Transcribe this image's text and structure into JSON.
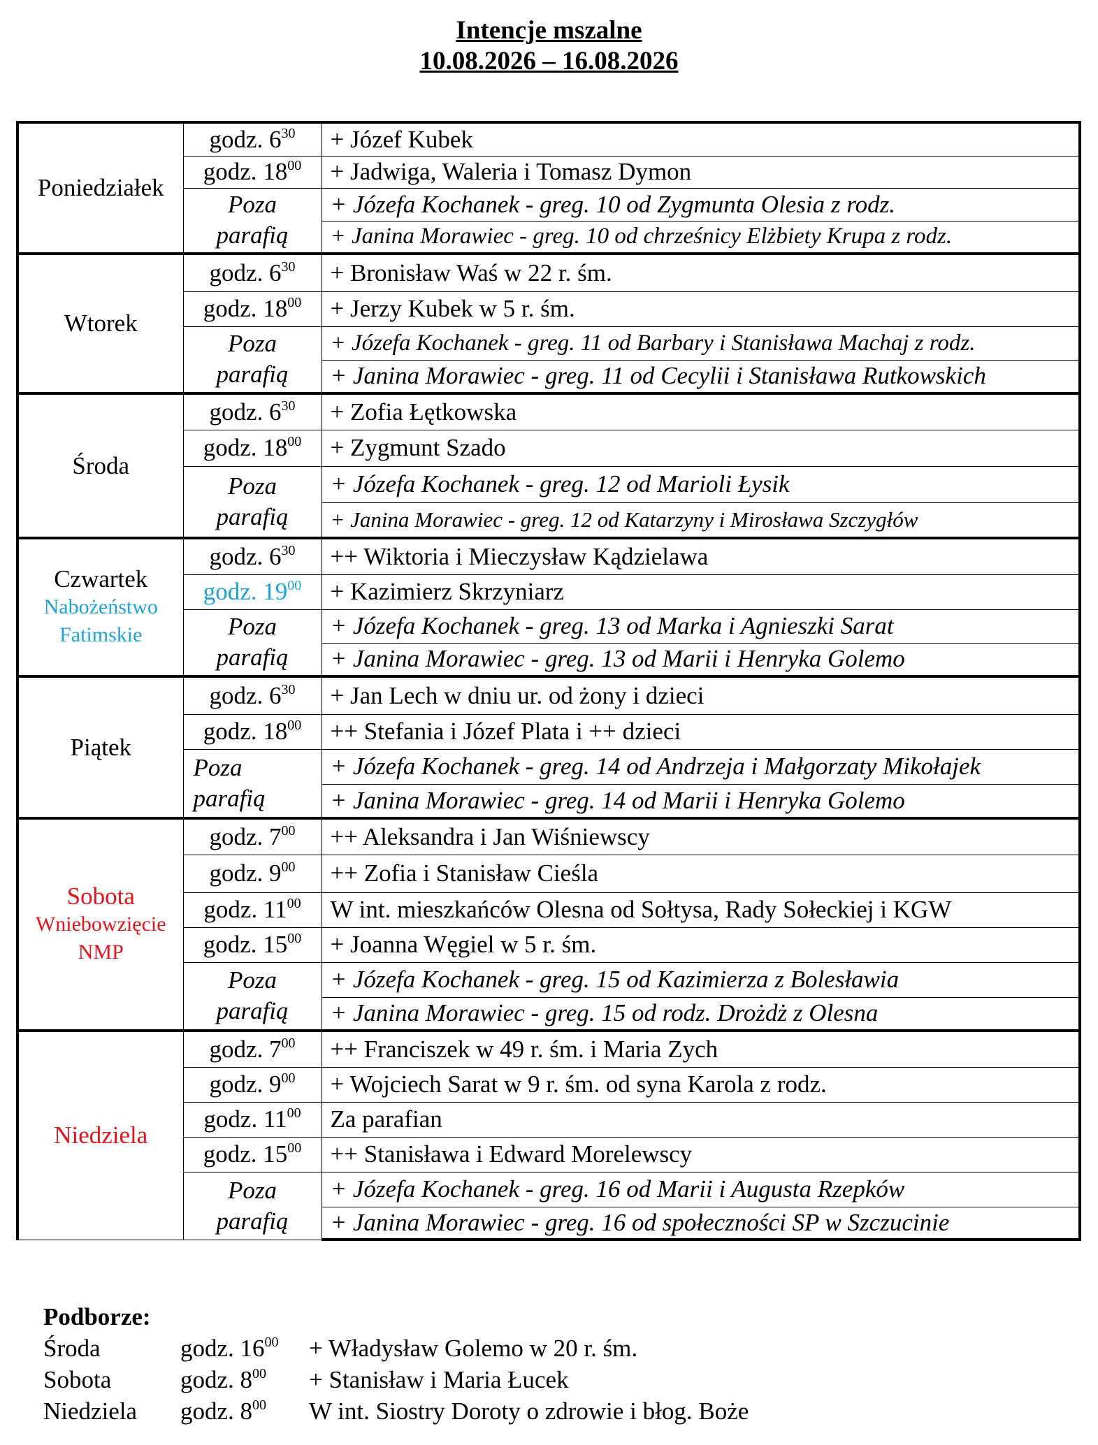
{
  "header": {
    "title": "Intencje mszalne",
    "range": "10.08.2026 – 16.08.2026"
  },
  "schedule": {
    "pn": {
      "day": "Poniedziałek",
      "t1": "godz. 6",
      "t1s": "30",
      "i1": "+ Józef Kubek",
      "t2": "godz. 18",
      "t2s": "00",
      "i2": "+ Jadwiga, Waleria i Tomasz Dymon",
      "poza1": "Poza",
      "poza2": "parafią",
      "p1": "+ Józefa Kochanek - greg. 10 od Zygmunta Olesia z rodz.",
      "p2": "+ Janina Morawiec - greg. 10 od chrześnicy Elżbiety Krupa z rodz."
    },
    "wt": {
      "day": "Wtorek",
      "t1": "godz. 6",
      "t1s": "30",
      "i1": "+ Bronisław Waś w 22 r. śm.",
      "t2": "godz. 18",
      "t2s": "00",
      "i2": "+ Jerzy Kubek w 5 r. śm.",
      "poza1": "Poza",
      "poza2": "parafią",
      "p1": "+ Józefa Kochanek - greg. 11 od Barbary i Stanisława Machaj z rodz.",
      "p2": "+ Janina Morawiec - greg. 11 od Cecylii i Stanisława Rutkowskich"
    },
    "sr": {
      "day": "Środa",
      "t1": "godz. 6",
      "t1s": "30",
      "i1": "+ Zofia Łętkowska",
      "t2": "godz. 18",
      "t2s": "00",
      "i2": "+ Zygmunt Szado",
      "poza1": "Poza",
      "poza2": "parafią",
      "p1": "+ Józefa Kochanek - greg. 12 od Marioli Łysik",
      "p2": "+ Janina Morawiec - greg. 12 od Katarzyny i Mirosława Szczygłów"
    },
    "cz": {
      "day": "Czwartek",
      "sub1": "Nabożeństwo",
      "sub2": "Fatimskie",
      "t1": "godz. 6",
      "t1s": "30",
      "i1": "++ Wiktoria i Mieczysław Kądzielawa",
      "t2": "godz. 19",
      "t2s": "00",
      "i2": "+ Kazimierz Skrzyniarz",
      "poza1": "Poza",
      "poza2": "parafią",
      "p1": "+ Józefa Kochanek - greg. 13 od Marka i Agnieszki Sarat",
      "p2": "+ Janina Morawiec - greg. 13 od Marii i Henryka Golemo"
    },
    "pt": {
      "day": "Piątek",
      "t1": "godz. 6",
      "t1s": "30",
      "i1": "+ Jan Lech w dniu ur. od żony i dzieci",
      "t2": "godz. 18",
      "t2s": "00",
      "i2": "++ Stefania i Józef Plata i ++ dzieci",
      "poza1": "Poza",
      "poza2": "parafią",
      "p1": "+ Józefa Kochanek - greg. 14 od Andrzeja i Małgorzaty Mikołajek",
      "p2": "+ Janina Morawiec - greg. 14 od Marii i Henryka Golemo"
    },
    "sb": {
      "day": "Sobota",
      "sub1": "Wniebowzięcie",
      "sub2": "NMP",
      "t1": "godz. 7",
      "t1s": "00",
      "i1": "++ Aleksandra i Jan Wiśniewscy",
      "t2": "godz. 9",
      "t2s": "00",
      "i2": "++ Zofia i Stanisław Cieśla",
      "t3": "godz. 11",
      "t3s": "00",
      "i3": "W int. mieszkańców Olesna od Sołtysa, Rady Sołeckiej i KGW",
      "t4": "godz. 15",
      "t4s": "00",
      "i4": "+ Joanna Węgiel w 5 r. śm.",
      "poza1": "Poza",
      "poza2": "parafią",
      "p1": "+ Józefa Kochanek - greg. 15 od Kazimierza z Bolesławia",
      "p2": "+ Janina Morawiec - greg. 15 od rodz. Drożdż z Olesna"
    },
    "nd": {
      "day": "Niedziela",
      "t1": "godz. 7",
      "t1s": "00",
      "i1": "++ Franciszek w 49 r. śm. i Maria Zych",
      "t2": "godz. 9",
      "t2s": "00",
      "i2": "+ Wojciech Sarat w 9 r. śm. od syna Karola z rodz.",
      "t3": "godz. 11",
      "t3s": "00",
      "i3": "Za parafian",
      "t4": "godz. 15",
      "t4s": "00",
      "i4": "++ Stanisława i Edward Morelewscy",
      "poza1": "Poza",
      "poza2": "parafią",
      "p1": "+ Józefa Kochanek - greg. 16 od Marii i Augusta Rzepków",
      "p2": "+ Janina Morawiec - greg. 16 od społeczności SP w Szczucinie"
    }
  },
  "podborze": {
    "heading": "Podborze:",
    "rows": [
      {
        "day": "Środa",
        "time": "godz. 16",
        "sup": "00",
        "intent": "+ Władysław Golemo w 20 r. śm."
      },
      {
        "day": "Sobota",
        "time": "godz. 8",
        "sup": "00",
        "intent": "+ Stanisław i Maria Łucek"
      },
      {
        "day": "Niedziela",
        "time": "godz. 8",
        "sup": "00",
        "intent": "W int. Siostry Doroty o zdrowie i błog. Boże"
      }
    ]
  },
  "colors": {
    "fatima_blue": "#1ba3dc",
    "feast_red": "#e8121b"
  }
}
